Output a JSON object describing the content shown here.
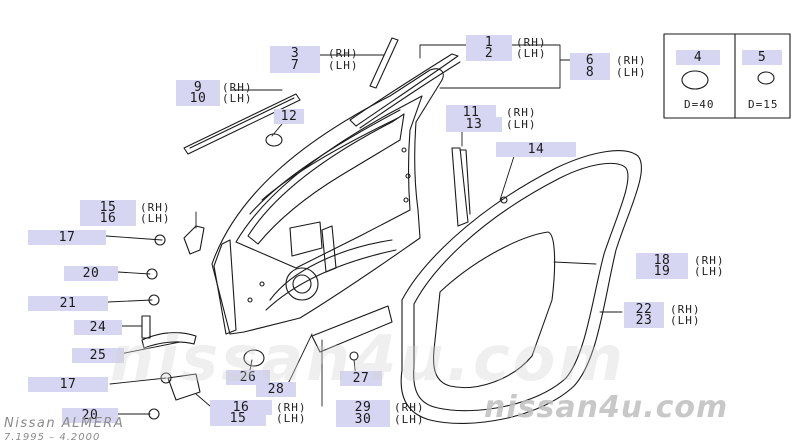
{
  "side_labels": {
    "rh": "(RH)",
    "lh": "(LH)"
  },
  "callouts": {
    "p1": "1",
    "p2": "2",
    "p3": "3",
    "p4": "4",
    "p5": "5",
    "p6": "6",
    "p7": "7",
    "p8": "8",
    "p9": "9",
    "p10": "10",
    "p11": "11",
    "p12": "12",
    "p13": "13",
    "p14": "14",
    "p15a": "15",
    "p16a": "16",
    "p17a": "17",
    "p20a": "20",
    "p21": "21",
    "p24": "24",
    "p25": "25",
    "p17b": "17",
    "p20b": "20",
    "p26": "26",
    "p28": "28",
    "p16b": "16",
    "p15b": "15",
    "p27": "27",
    "p29": "29",
    "p30": "30",
    "p18": "18",
    "p19": "19",
    "p22": "22",
    "p23": "23"
  },
  "inset": {
    "d40": "D=40",
    "d15": "D=15"
  },
  "footer": {
    "model": "Nissan ALMERA",
    "years": "7.1995 – 4.2000"
  },
  "watermark": {
    "text": "nissan4u.com"
  },
  "colors": {
    "highlight": "#d6d6f2",
    "line": "#1a1a1a",
    "watermark": "#bebebe"
  }
}
